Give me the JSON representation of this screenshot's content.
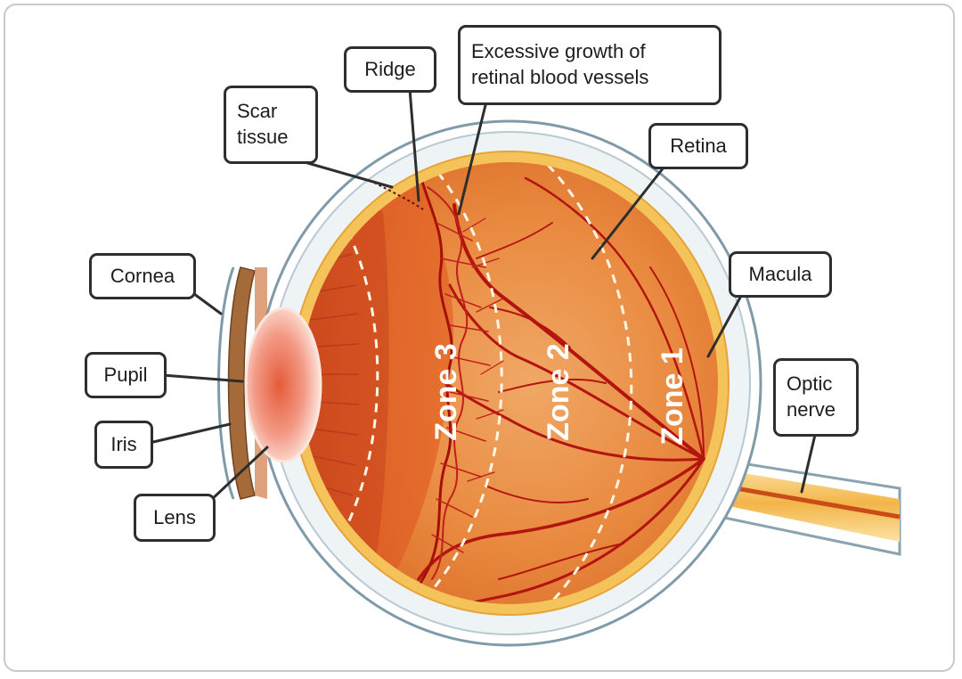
{
  "labels": {
    "ridge": "Ridge",
    "excessive_growth": "Excessive growth of\nretinal blood vessels",
    "scar_tissue": "Scar\ntissue",
    "retina": "Retina",
    "cornea": "Cornea",
    "macula": "Macula",
    "pupil": "Pupil",
    "optic_nerve": "Optic\nnerve",
    "iris": "Iris",
    "lens": "Lens"
  },
  "zones": {
    "zone_1": "Zone 1",
    "zone_2": "Zone 2",
    "zone_3": "Zone 3"
  },
  "colors": {
    "sclera_outline": "#7f9aa8",
    "choroid_yellow": "#f4c35a",
    "retina_orange": "#e8843a",
    "vessel_red": "#b3140f",
    "zone_dash": "#fff6e6"
  }
}
